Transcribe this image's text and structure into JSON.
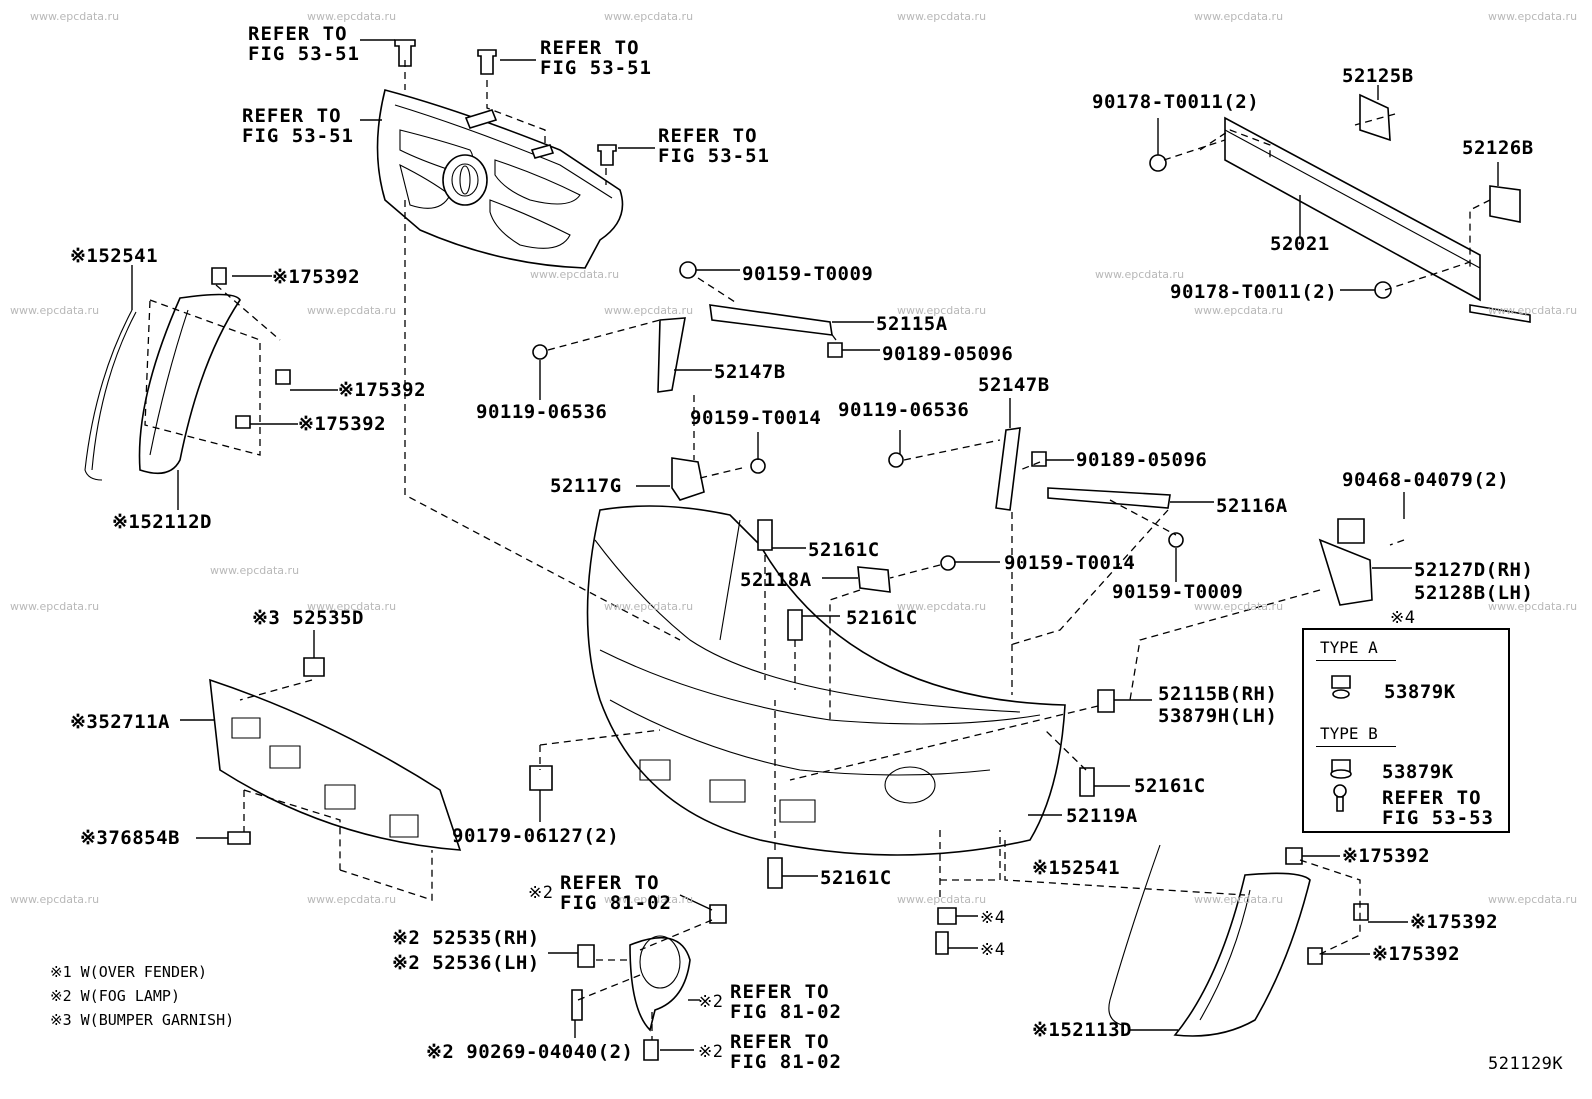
{
  "labels": {
    "ref1": "REFER TO\nFIG 53-51",
    "ref2": "REFER TO\nFIG 53-51",
    "ref3": "REFER TO\nFIG 53-51",
    "ref4": "REFER TO\nFIG 53-51",
    "p152541a": "※152541",
    "p175392a": "※175392",
    "p175392b": "※175392",
    "p175392c": "※175392",
    "p152112D": "※152112D",
    "p90159T0009a": "90159-T0009",
    "p52115A": "52115A",
    "p90189a": "90189-05096",
    "p52147Ba": "52147B",
    "p90119a": "90119-06536",
    "p90159T0014a": "90159-T0014",
    "p52117G": "52117G",
    "p52147Bb": "52147B",
    "p90119b": "90119-06536",
    "p90189b": "90189-05096",
    "p52116A": "52116A",
    "p52161Ca": "52161C",
    "p52118A": "52118A",
    "p90159T0014b": "90159-T0014",
    "p90159T0009b": "90159-T0009",
    "p52161Cb": "52161C",
    "p90468": "90468-04079(2)",
    "p52127D": "52127D(RH)",
    "p52128B": "52128B(LH)",
    "p4a": "※4",
    "p90178a": "90178-T0011(2)",
    "p52125B": "52125B",
    "p52126B": "52126B",
    "p52021": "52021",
    "p90178b": "90178-T0011(2)",
    "p52535D": "※3 52535D",
    "p52711A": "※352711A",
    "p76854B": "※376854B",
    "p90179": "90179-06127(2)",
    "p52115B": "52115B(RH)",
    "p53879H": "53879H(LH)",
    "p52161Cc": "52161C",
    "p52119A": "52119A",
    "p52161Cd": "52161C",
    "p152541b": "※152541",
    "p175392d": "※175392",
    "p175392e": "※175392",
    "p175392f": "※175392",
    "p4b": "※4",
    "p4c": "※4",
    "p152113D": "※152113D",
    "ref5pre": "※2",
    "ref5": "REFER TO\nFIG 81-02",
    "p52535": "※2 52535(RH)",
    "p52536": "※2 52536(LH)",
    "ref6pre": "※2",
    "ref6": "REFER TO\nFIG 81-02",
    "p90269": "※2 90269-04040(2)",
    "ref7pre": "※2",
    "ref7": "REFER TO\nFIG 81-02",
    "footer": "521129K"
  },
  "type_box": {
    "type_a": "TYPE A",
    "type_a_part": "53879K",
    "type_b": "TYPE B",
    "type_b_part": "53879K",
    "type_b_ref": "REFER TO\nFIG 53-53"
  },
  "notes": [
    "※1 W(OVER FENDER)",
    "※2 W(FOG LAMP)",
    "※3 W(BUMPER GARNISH)"
  ],
  "watermark": "www.epcdata.ru"
}
